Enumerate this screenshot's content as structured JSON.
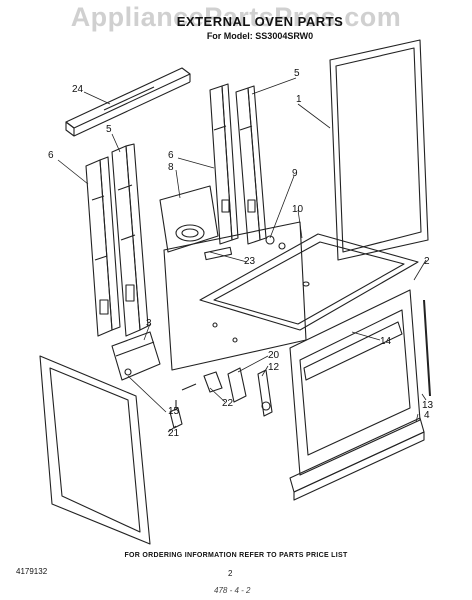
{
  "watermark": "AppliancePartsPros.com",
  "header": {
    "title": "EXTERNAL OVEN PARTS",
    "subtitle": "For Model: SS3004SRW0"
  },
  "callouts": [
    "24",
    "5",
    "5",
    "1",
    "6",
    "6",
    "8",
    "9",
    "10",
    "2",
    "3",
    "14",
    "23",
    "20",
    "12",
    "22",
    "13",
    "4",
    "15",
    "21"
  ],
  "footer": {
    "ordering_note": "FOR ORDERING INFORMATION REFER TO PARTS PRICE LIST",
    "doc_number": "4179132",
    "page_number": "2",
    "ref_code": "478 - 4 - 2"
  }
}
